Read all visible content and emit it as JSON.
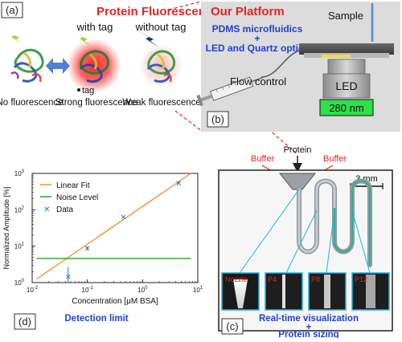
{
  "panels": {
    "a": {
      "label": "(a)",
      "title": "Protein Fluorescence",
      "with_tag": "with tag",
      "without_tag": "without tag",
      "tag_caption": "tag",
      "no_fluorescence": "No fluorescence",
      "strong_fluorescence": "Strong fluorescence",
      "weak_fluorescence": "Weak fluorescence"
    },
    "b": {
      "label": "(b)",
      "title": "Our Platform",
      "pdms_line1": "PDMS microfluidics",
      "pdms_plus": "+",
      "pdms_line2": "LED and Quartz optics",
      "sample": "Sample",
      "flow_control": "Flow control",
      "led": "LED",
      "wavelength": "280 nm"
    },
    "c": {
      "label": "(c)",
      "protein": "Protein",
      "buffer_left": "Buffer",
      "buffer_right": "Buffer",
      "scale_bar": "3 mm",
      "thumbnails": [
        "Nozzle",
        "P4",
        "P8",
        "P12"
      ],
      "caption_line1": "Real-time visualization",
      "caption_plus": "+",
      "caption_line2": "Protein sizing"
    },
    "d": {
      "label": "(d)",
      "caption": "Detection limit"
    }
  },
  "colors": {
    "red_title": "#e8231f",
    "blue_text": "#1f3fd9",
    "orange_fit": "#f08a24",
    "green_noise": "#2ca02c",
    "blue_data": "#1f77b4",
    "platform_bg": "#dcdcdc",
    "led_green": "#2fe04a"
  },
  "chart_data": {
    "type": "scatter",
    "xlabel": "Concentration [μM BSA]",
    "ylabel": "Normalized Amplitude  [%]",
    "x_scale": "log",
    "y_scale": "log",
    "xlim": [
      0.01,
      10
    ],
    "ylim": [
      1,
      1000
    ],
    "x_ticks": [
      {
        "v": 0.01,
        "base": "10",
        "exp": "-2"
      },
      {
        "v": 0.1,
        "base": "10",
        "exp": "-1"
      },
      {
        "v": 1,
        "base": "10",
        "exp": "0"
      },
      {
        "v": 10,
        "base": "10",
        "exp": "1"
      }
    ],
    "y_ticks": [
      {
        "v": 1,
        "base": "10",
        "exp": "0"
      },
      {
        "v": 10,
        "base": "10",
        "exp": "1"
      },
      {
        "v": 100,
        "base": "10",
        "exp": "2"
      },
      {
        "v": 1000,
        "base": "10",
        "exp": "3"
      }
    ],
    "legend_position": "top-left",
    "legend": [
      "Linear Fit",
      "Noise Level",
      "Data"
    ],
    "series": [
      {
        "name": "Linear Fit",
        "kind": "line",
        "x": [
          0.012,
          7.5
        ],
        "y": [
          1.25,
          1000
        ]
      },
      {
        "name": "Noise Level",
        "kind": "line",
        "x": [
          0.012,
          7.5
        ],
        "y": [
          4.6,
          4.6
        ]
      },
      {
        "name": "Data",
        "kind": "errorbar",
        "x": [
          0.045,
          0.1,
          0.45,
          4.5
        ],
        "y": [
          1.45,
          8.8,
          63,
          540
        ],
        "err_low": [
          1.05,
          7.8,
          61,
          530
        ],
        "err_high": [
          2.7,
          9.8,
          65,
          550
        ]
      }
    ]
  }
}
